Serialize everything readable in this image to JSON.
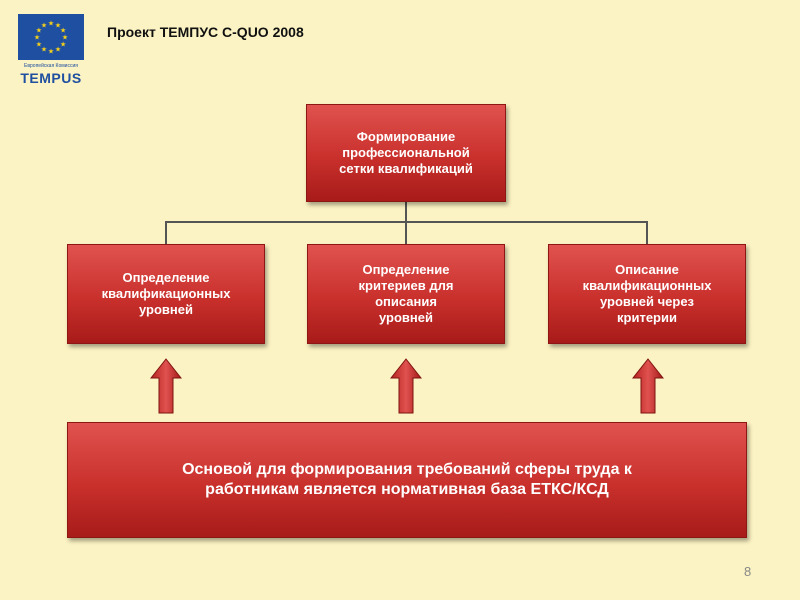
{
  "header": {
    "logo_caption": "Европейская Комиссия",
    "logo_brand": "TEMPUS",
    "title": "Проект ТЕМПУС C-QUO 2008"
  },
  "diagram": {
    "top": "Формирование\nпрофессиональной\nсетки квалификаций",
    "children": [
      "Определение\nквалификационных\nуровней",
      "Определение\nкритериев для\nописания\nуровней",
      "Описание\nквалификационных\nуровней через\nкритерии"
    ],
    "basis": "Основой для формирования требований сферы труда к\nработникам является нормативная база ЕТКС/КСД"
  },
  "footer": {
    "page_number": "8"
  },
  "colors": {
    "background": "#fbf3c3",
    "box_red": "#c9302c",
    "eu_blue": "#1f4fa0",
    "eu_star": "#f6d11a"
  }
}
